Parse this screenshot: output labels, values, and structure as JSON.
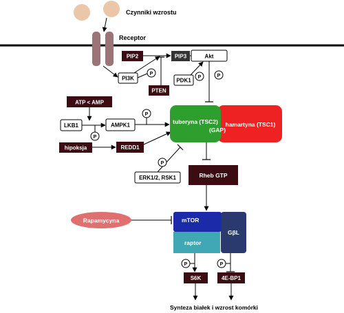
{
  "labels": {
    "growth_factors": "Czynniki wzrostu",
    "receptor": "Receptor",
    "pip2": "PIP2",
    "pip3": "PIP3",
    "akt": "Akt",
    "pi3k": "PI3K",
    "pten": "PTEN",
    "pdk1": "PDK1",
    "atp_amp": "ATP < AMP",
    "lkb1": "LKB1",
    "ampk1": "AMPK1",
    "hypoxia": "hipoksja",
    "redd1": "REDD1",
    "tsc2": "tuberyna (TSC2)",
    "gap": "(GAP)",
    "tsc1": "hamartyna (TSC1)",
    "erk_rsk": "ERK1/2, RSK1",
    "rheb": "Rheb GTP",
    "rapamycin": "Rapamycyna",
    "mtor": "mTOR",
    "raptor": "raptor",
    "gbl": "GβL",
    "s6k": "S6K",
    "ebp1": "4E-BP1",
    "synthesis": "Synteza białek i wzrost komórki",
    "phospho": "P"
  },
  "colors": {
    "dark_box": "#3b0d12",
    "tsc2": "#2e9e2e",
    "tsc1": "#ee2222",
    "mtor": "#1a2aa8",
    "raptor": "#3fa8b4",
    "gbl": "#2a3a6e",
    "rapamycin": "#e07070",
    "receptor": "#9b7478",
    "ligand": "#ecc6a8"
  }
}
